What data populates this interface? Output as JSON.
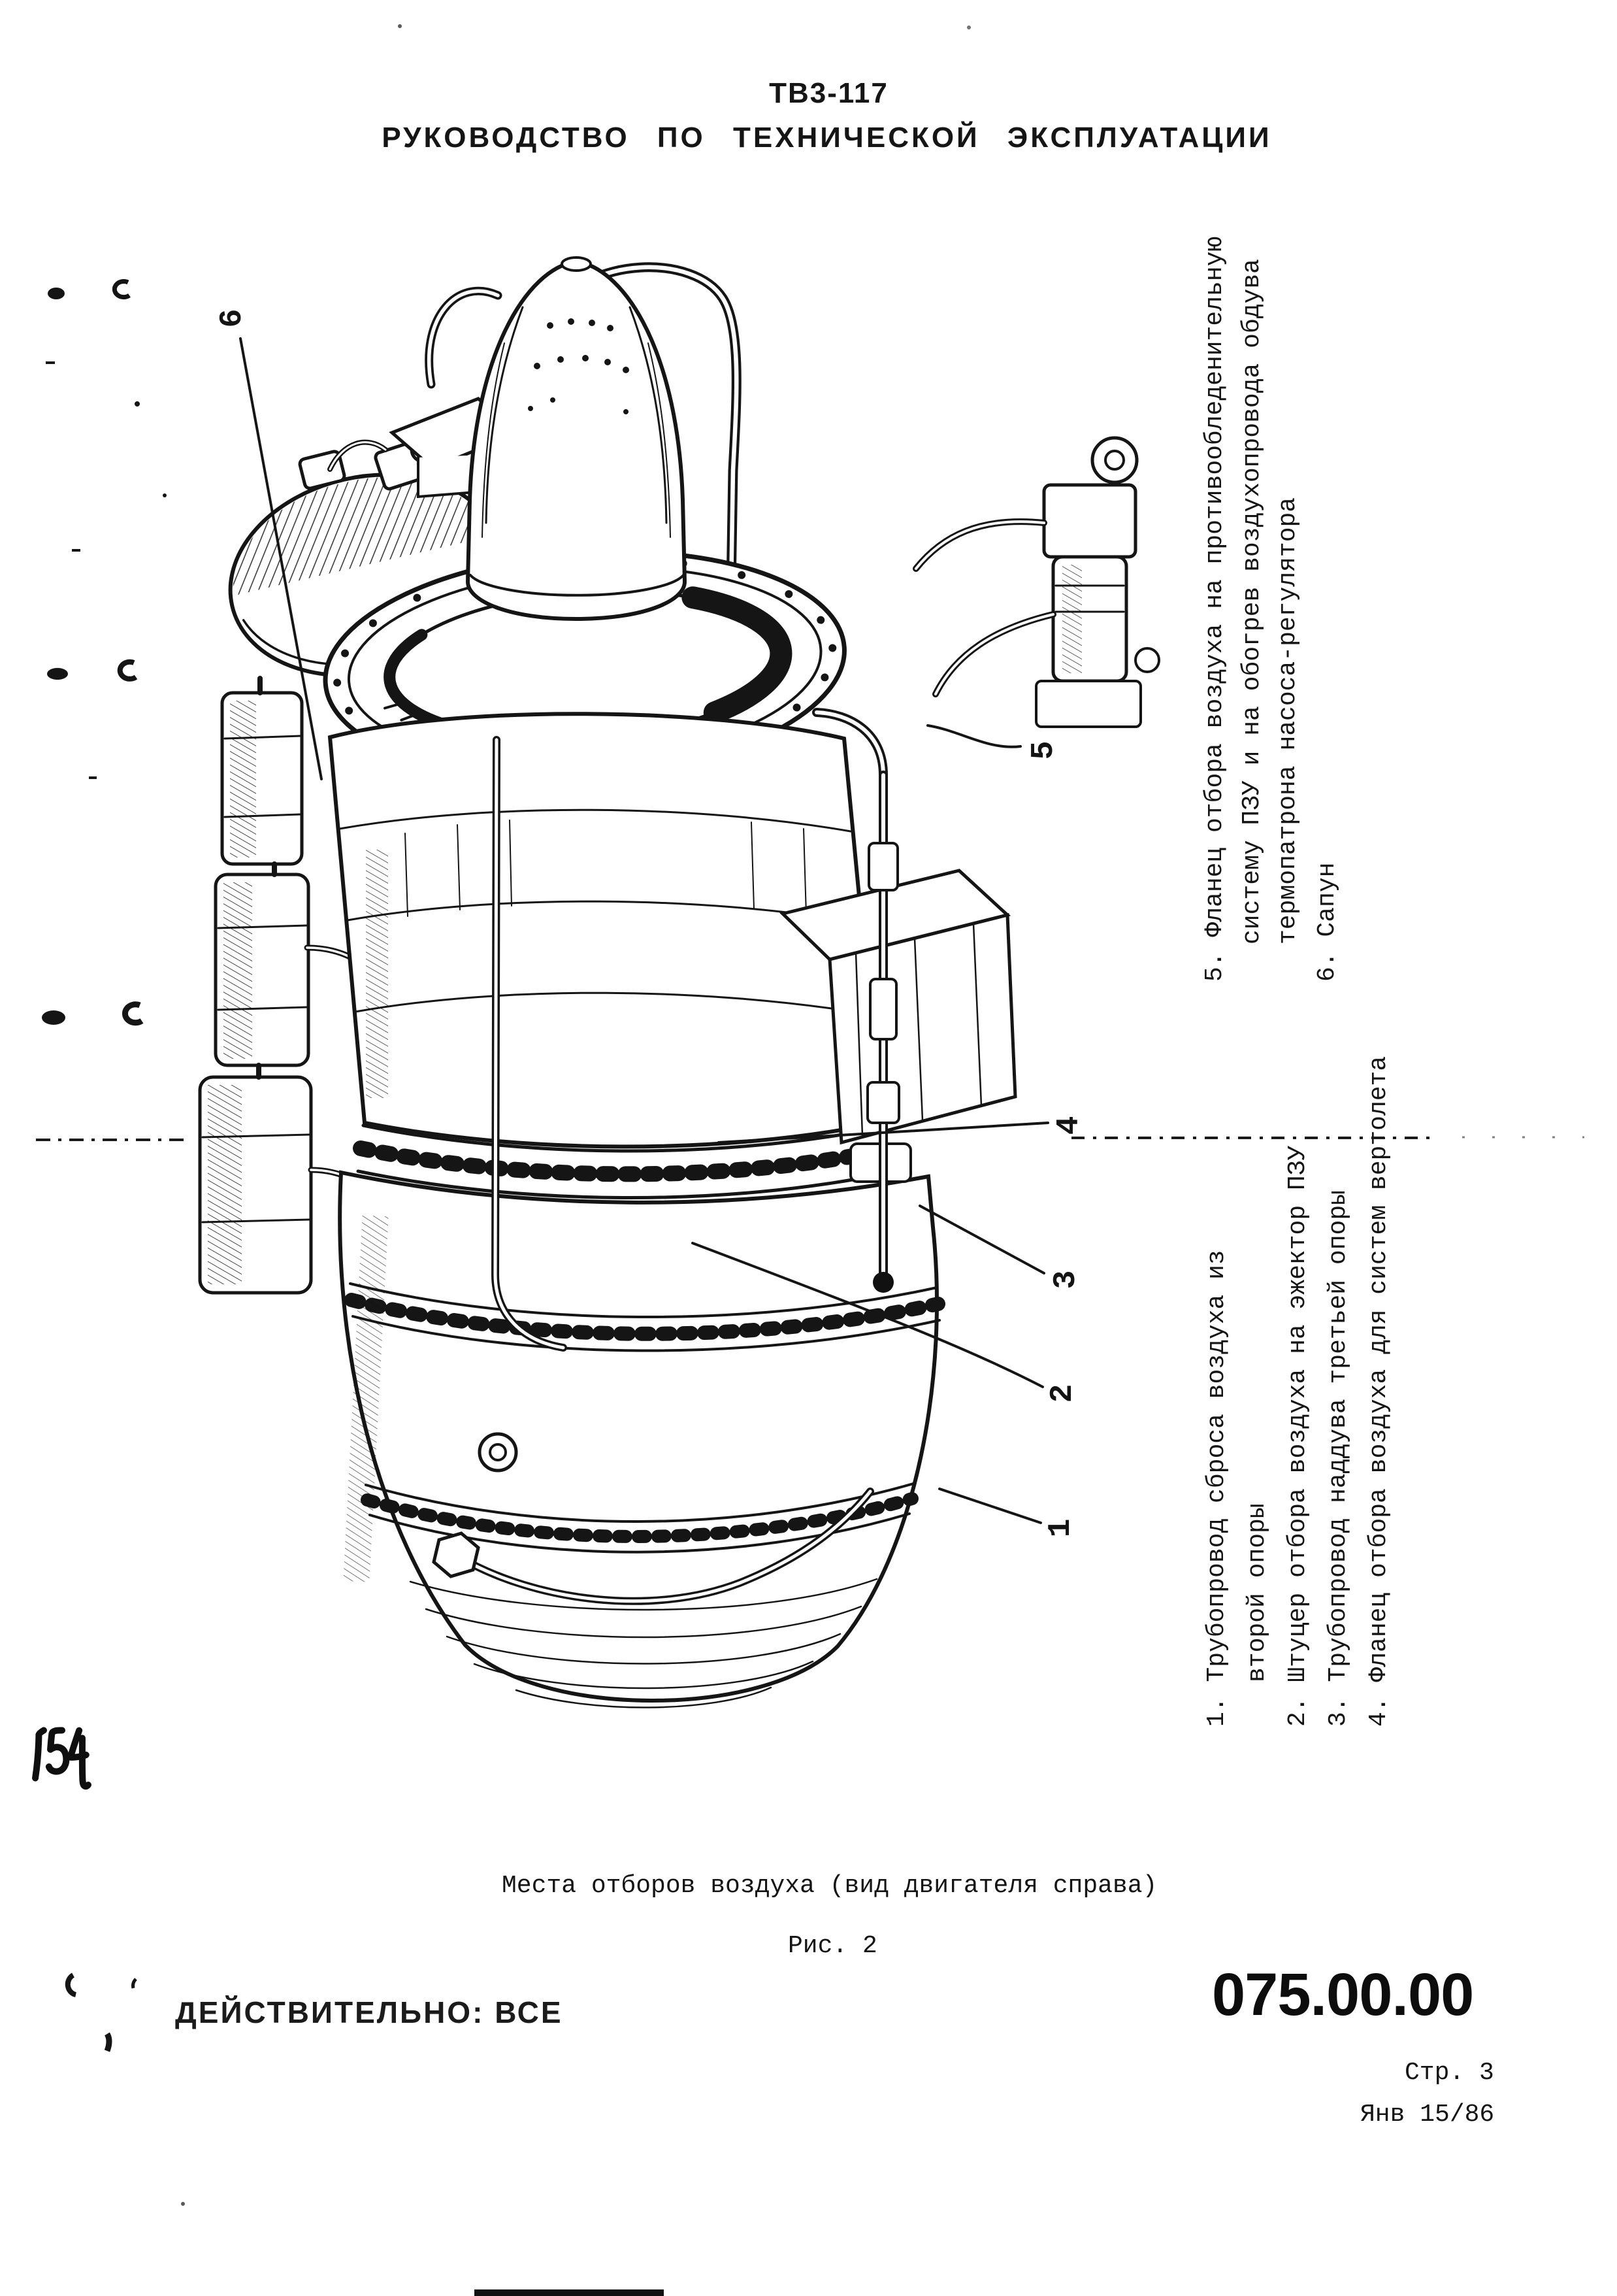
{
  "paper_color": "#ffffff",
  "ink_color": "#141414",
  "header": {
    "model": "ТВ3-117",
    "title": "РУКОВОДСТВО ПО ТЕХНИЧЕСКОЙ ЭКСПЛУАТАЦИИ"
  },
  "figure": {
    "caption": "Места отборов воздуха (вид двигателя справа)",
    "figure_label": "Рис. 2",
    "callouts": [
      "1",
      "2",
      "3",
      "4",
      "5",
      "6"
    ]
  },
  "legend_upper": {
    "lines": [
      "5. Фланец отбора воздуха на противообледенительную",
      "систему ПЗУ и на обогрев воздухопровода обдува",
      "термопатрона насоса-регулятора",
      "6. Сапун"
    ]
  },
  "legend_lower": {
    "lines": [
      "1. Трубопровод сброса воздуха из",
      "второй опоры",
      "2. Штуцер отбора воздуха на эжектор ПЗУ",
      "3. Трубопровод наддува третьей опоры",
      "4. Фланец отбора воздуха для систем вертолета"
    ]
  },
  "footer": {
    "validity": "ДЕЙСТВИТЕЛЬНО: ВСЕ",
    "chapter": "075.00.00",
    "page": "Стр. 3",
    "date": "Янв 15/86"
  },
  "annotations": {
    "handwritten_number": "154"
  }
}
